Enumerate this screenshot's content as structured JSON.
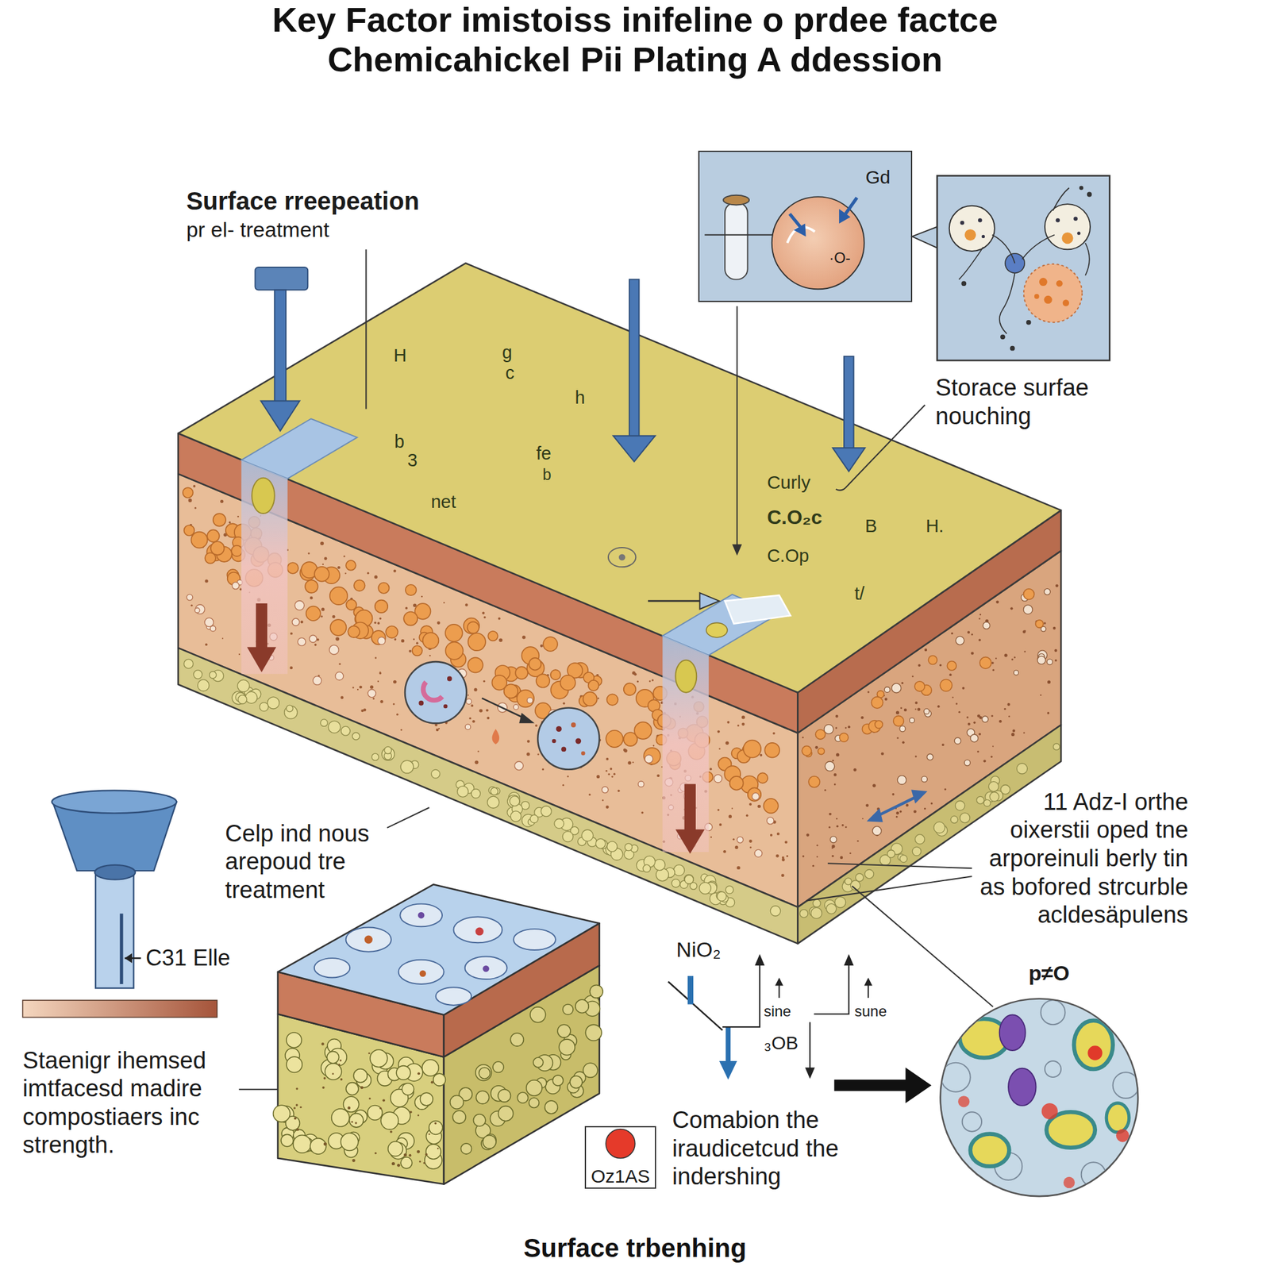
{
  "diagram": {
    "title": "Key Factor imistoiss inifeline o prdee factce Chemicahickel Pii Plating A ddession",
    "caption": "Surface trbenhing",
    "nodes": [
      {
        "text": [
          "Gd",
          "·O-"
        ]
      },
      {
        "text": [
          "Oz1AS"
        ]
      }
    ],
    "labels": [
      "Surface rreepeation",
      "pr el- treatment",
      "H",
      "g",
      "c",
      "h",
      "b",
      "3",
      "fe",
      "b",
      "net",
      "Curly",
      "C.O₂c",
      "B",
      "H.",
      "C.Op",
      "t/",
      "Storace surfae nouching",
      "Celp ind nous arepoud tre treatment",
      "C31 Elle",
      "Staenigr ihemsed imtfacesd madire compostiaers inc strength.",
      "11 Adz-I orthe oixerstii oped tne arporeinuli berly tin as bofored strcurble acldesäpulens",
      "NiO₂",
      "sine",
      "sune",
      "₃OB",
      "p≠O",
      "Comabion the iraudicetcud the indershing"
    ]
  }
}
